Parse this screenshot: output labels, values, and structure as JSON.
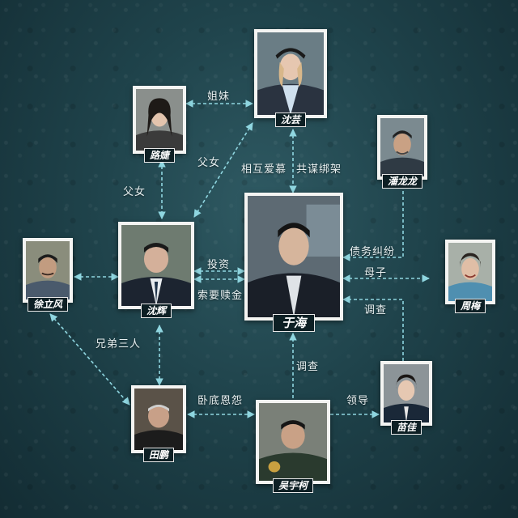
{
  "colors": {
    "line": "#8fd6e0",
    "card": "#f4f4f2",
    "tag": "#0d1f24"
  },
  "people": {
    "shen_yun": "沈芸",
    "lu_jie": "路婕",
    "pan_longlong": "潘龙龙",
    "shen_hui": "沈辉",
    "yu_hai": "于海",
    "xu_lifeng": "徐立风",
    "zhou_mei": "周梅",
    "miao_jia": "苗佳",
    "tian_peng": "田鹏",
    "wu_yuke": "吴宇柯"
  },
  "relations": {
    "sisters": "姐妹",
    "father_daughter_left": "父女",
    "father_daughter_right": "父女",
    "mutual_love": "相互爱慕",
    "conspire_kidnap": "共谋绑架",
    "debt_dispute": "债务纠纷",
    "mother_son": "母子",
    "investigate_right": "调查",
    "invest": "投资",
    "ransom": "索要赎金",
    "three_brothers": "兄弟三人",
    "undercover_grudge": "卧底恩怨",
    "investigate_bottom": "调查",
    "leader": "领导"
  }
}
